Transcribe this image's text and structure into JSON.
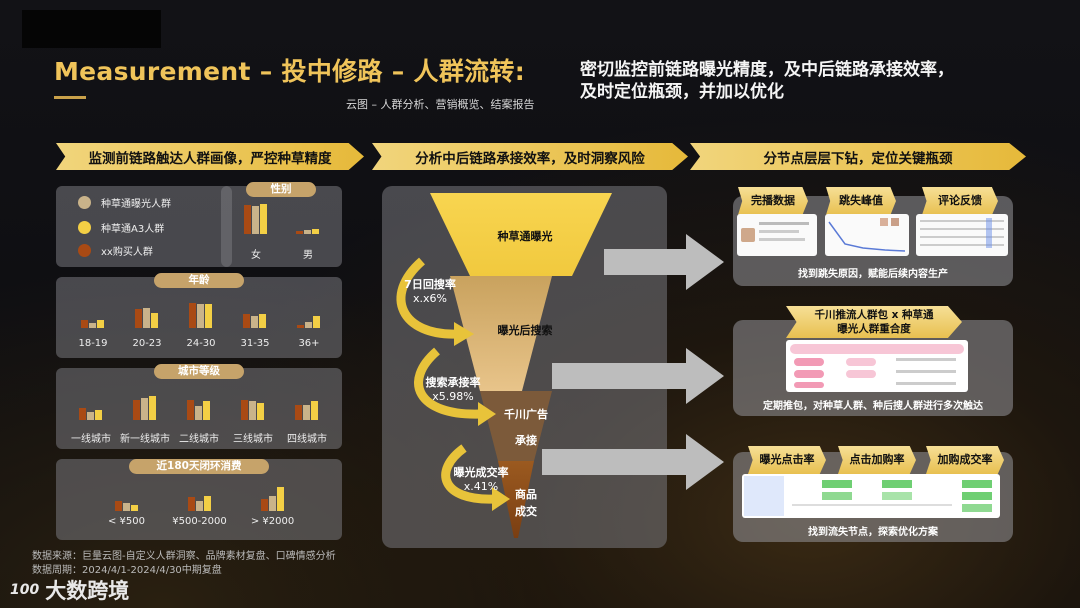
{
  "header": {
    "title": "Measurement – 投中修路 – 人群流转:",
    "subtitle": "云图 – 人群分析、营销概览、结案报告",
    "summary_line1": "密切监控前链路曝光精度，及中后链路承接效率，",
    "summary_line2": "及时定位瓶颈，并加以优化"
  },
  "banners": [
    "监测前链路触达人群画像，严控种草精度",
    "分析中后链路承接效率，及时洞察风险",
    "分节点层层下钻，定位关键瓶颈"
  ],
  "legend": {
    "items": [
      {
        "label": "种草通曝光人群",
        "color": "#c9b38a"
      },
      {
        "label": "种草通A3人群",
        "color": "#f3cf45"
      },
      {
        "label": "xx购买人群",
        "color": "#a94a14"
      }
    ]
  },
  "colors": {
    "series1": "#a94a14",
    "series2": "#c9b38a",
    "series3": "#f3cf45"
  },
  "chart_data": [
    {
      "type": "bar",
      "title": "性别",
      "categories": [
        "女",
        "男"
      ],
      "series": [
        {
          "values": [
            85,
            10
          ]
        },
        {
          "values": [
            82,
            12
          ]
        },
        {
          "values": [
            88,
            15
          ]
        }
      ]
    },
    {
      "type": "bar",
      "title": "年龄",
      "categories": [
        "18-19",
        "20-23",
        "24-30",
        "31-35",
        "36+"
      ],
      "series": [
        {
          "values": [
            25,
            55,
            75,
            40,
            10
          ]
        },
        {
          "values": [
            15,
            60,
            72,
            35,
            18
          ]
        },
        {
          "values": [
            25,
            45,
            70,
            40,
            35
          ]
        }
      ]
    },
    {
      "type": "bar",
      "title": "城市等级",
      "categories": [
        "一线城市",
        "新一线城市",
        "二线城市",
        "三线城市",
        "四线城市"
      ],
      "series": [
        {
          "values": [
            35,
            60,
            60,
            60,
            45
          ]
        },
        {
          "values": [
            25,
            65,
            40,
            55,
            45
          ]
        },
        {
          "values": [
            30,
            70,
            55,
            50,
            55
          ]
        }
      ]
    },
    {
      "type": "bar",
      "title": "近180天闭环消费",
      "categories": [
        "< ¥500",
        "¥500-2000",
        "> ¥2000"
      ],
      "series": [
        {
          "values": [
            30,
            40,
            35
          ]
        },
        {
          "values": [
            25,
            30,
            45
          ]
        },
        {
          "values": [
            18,
            45,
            70
          ]
        }
      ]
    }
  ],
  "funnel": {
    "stages": [
      "种草通曝光",
      "曝光后搜索",
      "千川广告",
      "承接",
      "商品",
      "成交"
    ],
    "rates": [
      {
        "name": "7日回搜率",
        "value": "x.x6%"
      },
      {
        "name": "搜索承接率",
        "value": "x5.98%"
      },
      {
        "name": "曝光成交率",
        "value": "x.41%"
      }
    ]
  },
  "cards": {
    "top": {
      "tags": [
        "完播数据",
        "跳失峰值",
        "评论反馈"
      ],
      "caption": "找到跳失原因，赋能后续内容生产"
    },
    "middle": {
      "tag_line1": "千川推流人群包 x 种草通",
      "tag_line2": "曝光人群重合度",
      "caption": "定期推包，对种草人群、种后搜人群进行多次触达"
    },
    "bottom": {
      "tags": [
        "曝光点击率",
        "点击加购率",
        "加购成交率"
      ],
      "caption": "找到流失节点，探索优化方案"
    }
  },
  "footer": {
    "source": "数据来源：巨量云图-自定义人群洞察、品牌素材复盘、口碑情感分析",
    "period": "数据周期：2024/4/1-2024/4/30中期复盘",
    "logo_text": "大数跨境",
    "logo_mark": "100"
  }
}
